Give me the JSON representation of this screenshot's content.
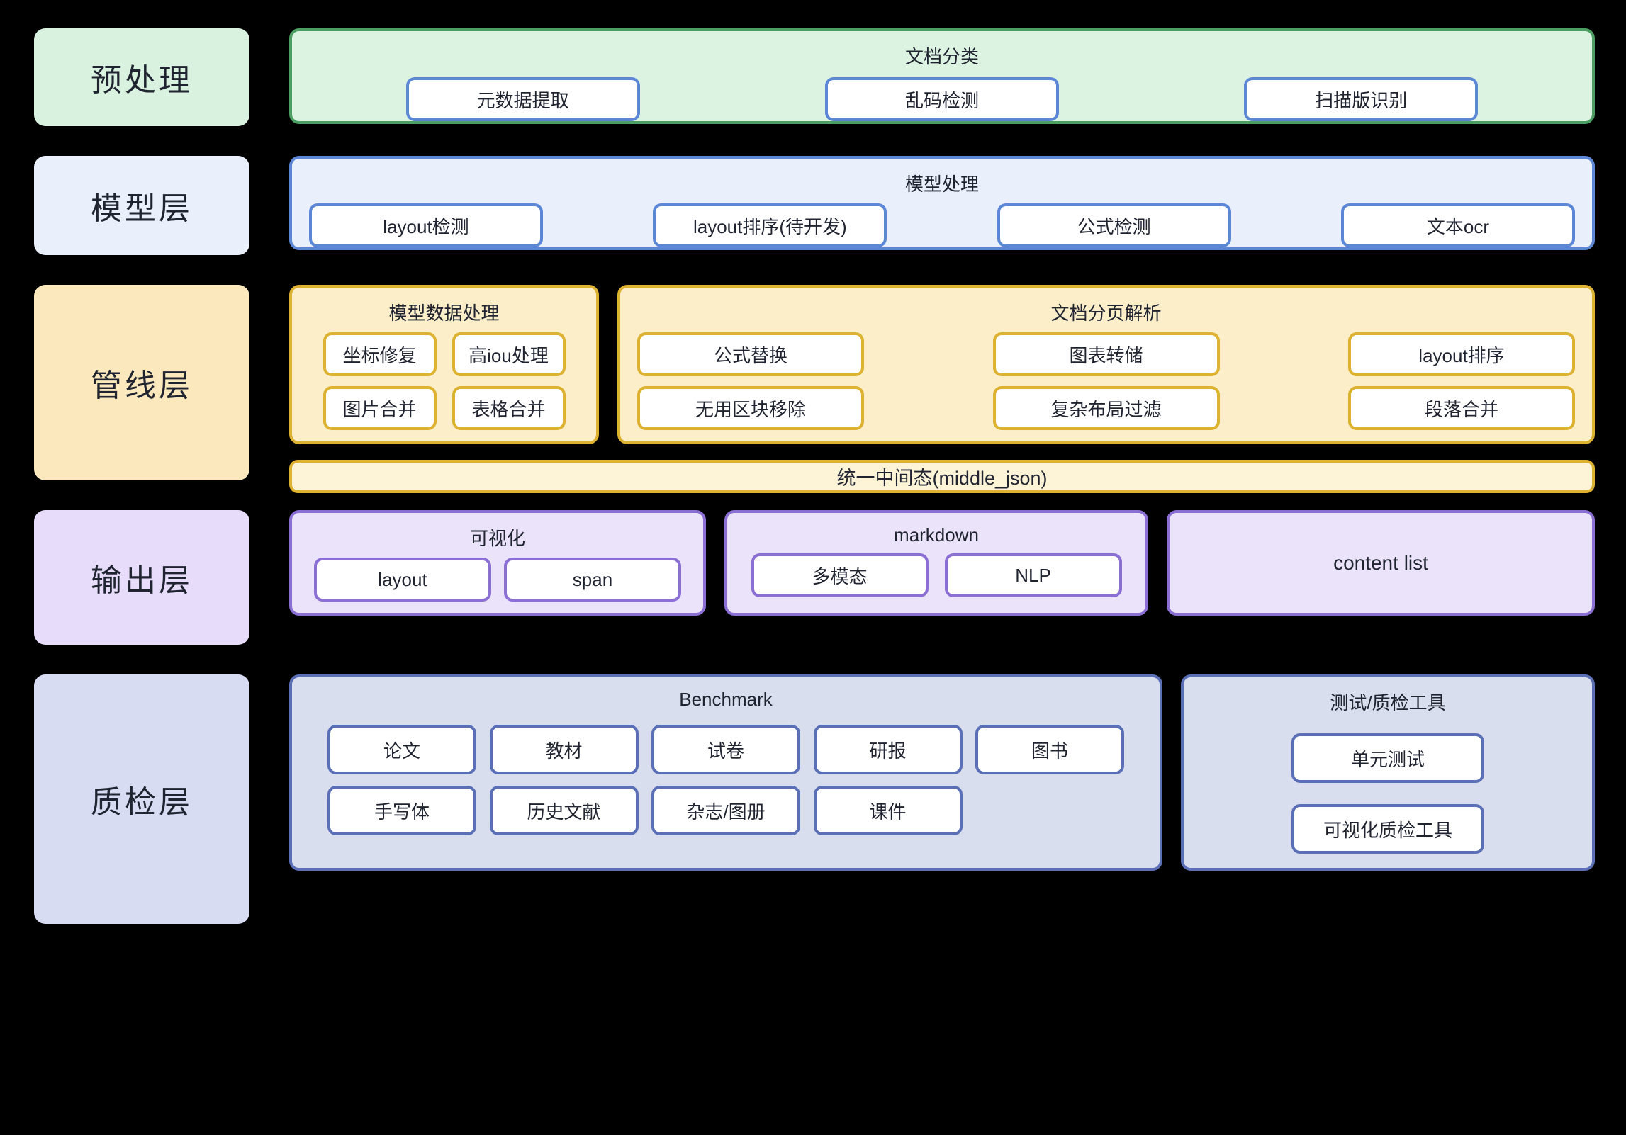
{
  "layers": [
    {
      "id": "preprocess",
      "label": "预处理",
      "panels": [
        {
          "id": "doc-classification",
          "title": "文档分类",
          "items": [
            "元数据提取",
            "乱码检测",
            "扫描版识别"
          ]
        }
      ]
    },
    {
      "id": "model",
      "label": "模型层",
      "panels": [
        {
          "id": "model-processing",
          "title": "模型处理",
          "items": [
            "layout检测",
            "layout排序(待开发)",
            "公式检测",
            "文本ocr"
          ]
        }
      ]
    },
    {
      "id": "pipeline",
      "label": "管线层",
      "panels": [
        {
          "id": "model-data-processing",
          "title": "模型数据处理",
          "items": [
            "坐标修复",
            "高iou处理",
            "图片合并",
            "表格合并"
          ]
        },
        {
          "id": "doc-page-parsing",
          "title": "文档分页解析",
          "items": [
            "公式替换",
            "图表转储",
            "layout排序",
            "无用区块移除",
            "复杂布局过滤",
            "段落合并"
          ]
        }
      ],
      "bar": "统一中间态(middle_json)"
    },
    {
      "id": "output",
      "label": "输出层",
      "panels": [
        {
          "id": "visualization",
          "title": "可视化",
          "items": [
            "layout",
            "span"
          ]
        },
        {
          "id": "markdown",
          "title": "markdown",
          "items": [
            "多模态",
            "NLP"
          ]
        },
        {
          "id": "content-list",
          "title": "content list",
          "items": []
        }
      ]
    },
    {
      "id": "qa",
      "label": "质检层",
      "panels": [
        {
          "id": "benchmark",
          "title": "Benchmark",
          "items": [
            "论文",
            "教材",
            "试卷",
            "研报",
            "图书",
            "手写体",
            "历史文献",
            "杂志/图册",
            "课件"
          ]
        },
        {
          "id": "test-qa-tools",
          "title": "测试/质检工具",
          "items": [
            "单元测试",
            "可视化质检工具"
          ]
        }
      ]
    }
  ],
  "colors": {
    "background": "#000000",
    "green_fill": "#ddf3e2",
    "green_border": "#4d9e63",
    "blue_fill": "#e9effb",
    "blue_border": "#5b87d6",
    "yellow_fill": "#fbeec9",
    "yellow_border": "#ddb231",
    "purple_fill": "#ebe3fa",
    "purple_border": "#8b6fd4",
    "slate_fill": "#d9deef",
    "slate_border": "#5a6fb5",
    "chip_fill": "#ffffff",
    "text": "#1f2430"
  }
}
